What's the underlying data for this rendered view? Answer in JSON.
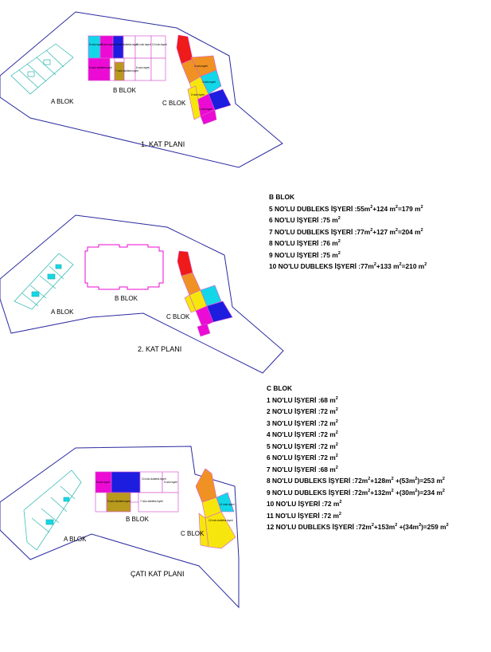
{
  "plans": [
    {
      "title": "1. KAT PLANI",
      "labels": {
        "a_blok": "A BLOK",
        "b_blok": "B BLOK",
        "c_blok": "C BLOK"
      },
      "room_labels": [
        "8 nolu isyeri",
        "9 nolu isyeri",
        "10 nolu dubleks isyeri",
        "11 nolu isyeri",
        "12 nolu isyeri",
        "5 nolu dubleks isyeri",
        "6 nolu isyeri",
        "7 nolu dubleks isyeri",
        "4 nolu isyeri",
        "3 nolu isyeri",
        "2 nolu isyeri",
        "1 nolu isyeri"
      ]
    },
    {
      "title": "2. KAT PLANI",
      "labels": {
        "a_blok": "A BLOK",
        "b_blok": "B BLOK",
        "c_blok": "C BLOK"
      },
      "room_labels": []
    },
    {
      "title": "ÇATI KAT PLANI",
      "labels": {
        "a_blok": "A BLOK",
        "b_blok": "B BLOK",
        "c_blok": "C BLOK"
      },
      "room_labels": [
        "8 nolu isyeri",
        "9 nolu isyeri",
        "10 nolu dubleks isyeri",
        "7 nolu dubleks isyeri",
        "5 nolu dubleks isyeri",
        "12 nolu dubleks isyeri",
        "11 nolu isyeri"
      ]
    }
  ],
  "colors": {
    "outline": "#2a2aa0",
    "partition": "#27b5ae",
    "magenta": "#ec0ad5",
    "cyan": "#13d7e8",
    "blue": "#1d1de0",
    "orange": "#f09223",
    "red": "#ef1a1a",
    "yellow": "#f7e60d",
    "olive": "#b89a1d",
    "pink_outline": "#d75bd2"
  },
  "b_legend": {
    "title": "B BLOK",
    "items": [
      {
        "text": "5 NO'LU DUBLEKS İŞYERİ :55m",
        "sup1": "2",
        "text2": "+124 m",
        "sup2": "2",
        "text3": "=179 m",
        "sup3": "2"
      },
      {
        "text": "6 NO'LU İŞYERİ :75 m",
        "sup1": "2"
      },
      {
        "text": "7 NO'LU DUBLEKS İŞYERİ :77m",
        "sup1": "2",
        "text2": "+127 m",
        "sup2": "2",
        "text3": "=204 m",
        "sup3": "2"
      },
      {
        "text": "8 NO'LU İŞYERİ :76 m",
        "sup1": "2"
      },
      {
        "text": "9 NO'LU İŞYERİ :75 m",
        "sup1": "2"
      },
      {
        "text": "10 NO'LU DUBLEKS İŞYERİ :77m",
        "sup1": "2",
        "text2": "+133 m",
        "sup2": "2",
        "text3": "=210 m",
        "sup3": "2"
      }
    ]
  },
  "c_legend": {
    "title": "C BLOK",
    "items": [
      {
        "text": "1 NO'LU İŞYERİ :68 m",
        "sup1": "2"
      },
      {
        "text": "2 NO'LU İŞYERİ :72 m",
        "sup1": "2"
      },
      {
        "text": "3 NO'LU İŞYERİ :72 m",
        "sup1": "2"
      },
      {
        "text": "4 NO'LU İŞYERİ :72 m",
        "sup1": "2"
      },
      {
        "text": "5 NO'LU İŞYERİ :72 m",
        "sup1": "2"
      },
      {
        "text": "6 NO'LU İŞYERİ :72 m",
        "sup1": "2"
      },
      {
        "text": "7 NO'LU İŞYERİ :68 m",
        "sup1": "2"
      },
      {
        "text": "8  NO'LU DUBLEKS İŞYERİ :72m",
        "sup1": "2",
        "text2": "+128m",
        "sup2": "2",
        "text3": " +(53m",
        "sup3": "2",
        "text4": ")=253 m",
        "sup4": "2"
      },
      {
        "text": "9  NO'LU DUBLEKS İŞYERİ :72m",
        "sup1": "2",
        "text2": "+132m",
        "sup2": "2",
        "text3": " +(30m",
        "sup3": "2",
        "text4": ")=234 m",
        "sup4": "2"
      },
      {
        "text": "10 NO'LU İŞYERİ :72 m",
        "sup1": "2"
      },
      {
        "text": "11 NO'LU İŞYERİ :72 m",
        "sup1": "2"
      },
      {
        "text": "12  NO'LU DUBLEKS İŞYERİ :72m",
        "sup1": "2",
        "text2": "+153m",
        "sup2": "2",
        "text3": " +(34m",
        "sup3": "2",
        "text4": ")=259 m",
        "sup4": "2"
      }
    ]
  }
}
